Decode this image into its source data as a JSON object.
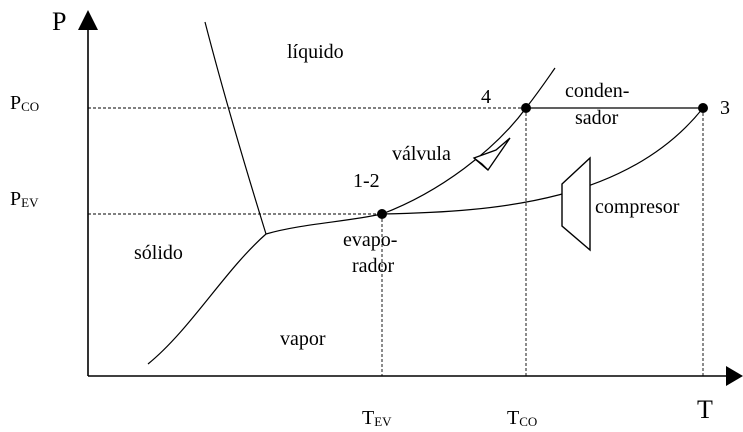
{
  "axes": {
    "y_label": "P",
    "x_label": "T",
    "p_co": {
      "main": "P",
      "sub": "CO"
    },
    "p_ev": {
      "main": "P",
      "sub": "EV"
    },
    "t_ev": {
      "main": "T",
      "sub": "EV"
    },
    "t_co": {
      "main": "T",
      "sub": "CO"
    }
  },
  "regions": {
    "liquid": "líquido",
    "solid": "sólido",
    "vapor": "vapor"
  },
  "components": {
    "condenser_line1": "conden-",
    "condenser_line2": "sador",
    "valve": "válvula",
    "evaporator_line1": "evapo-",
    "evaporator_line2": "rador",
    "compressor": "compresor"
  },
  "points": {
    "p12": "1-2",
    "p3": "3",
    "p4": "4"
  }
}
